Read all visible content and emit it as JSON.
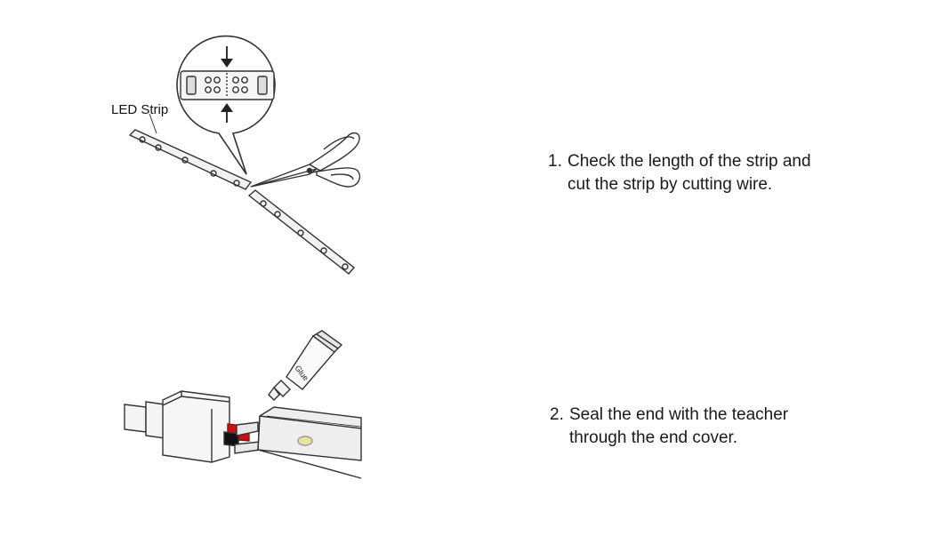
{
  "figure1": {
    "label": "LED Strip"
  },
  "figure2": {
    "tube_label": "Glue"
  },
  "steps": [
    {
      "number": "1.",
      "line1": "Check the length of the strip and",
      "line2": "cut the strip by cutting wire."
    },
    {
      "number": "2.",
      "line1": "Seal the end with the teacher",
      "line2": "through the end cover."
    }
  ],
  "colors": {
    "line": "#333333",
    "strip_fill": "#f2f2f2",
    "wire_red": "#cc1111",
    "wire_black": "#111111",
    "led_yellow": "#e8e4a0"
  }
}
